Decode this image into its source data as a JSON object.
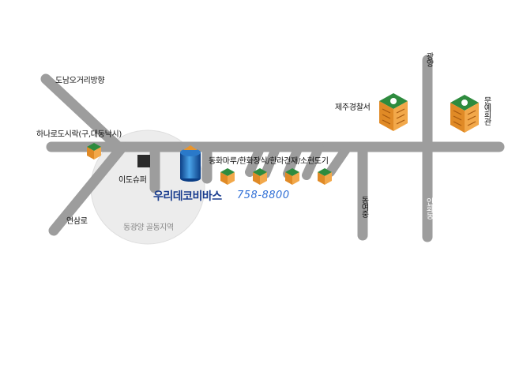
{
  "map": {
    "company": {
      "name": "우리데코비바스",
      "phone": "758-8800"
    },
    "labels": {
      "northwest_road": "도남오거리방향",
      "hana_market": "하나로도시락(구,대동낙시)",
      "idoshuper": "이도슈퍼",
      "yeonsamro": "연삼로",
      "zone": "동광양 골동지역",
      "shops": "동화마루/한화장식/한라건재/소현도기",
      "police": "제주경찰서",
      "culture_center": "문예회관",
      "gwangyang": "광양",
      "dongyeojung": "동여중",
      "inhwadong": "인화동"
    },
    "colors": {
      "road": "#9d9d9d",
      "circle_fill": "#ededed",
      "building_green_roof": "#2e8b3e",
      "building_orange": "#e8952e",
      "tower_blue": "#1d5fb5",
      "company_text": "#1a3d8f",
      "phone_text": "#2f6fd6"
    }
  }
}
